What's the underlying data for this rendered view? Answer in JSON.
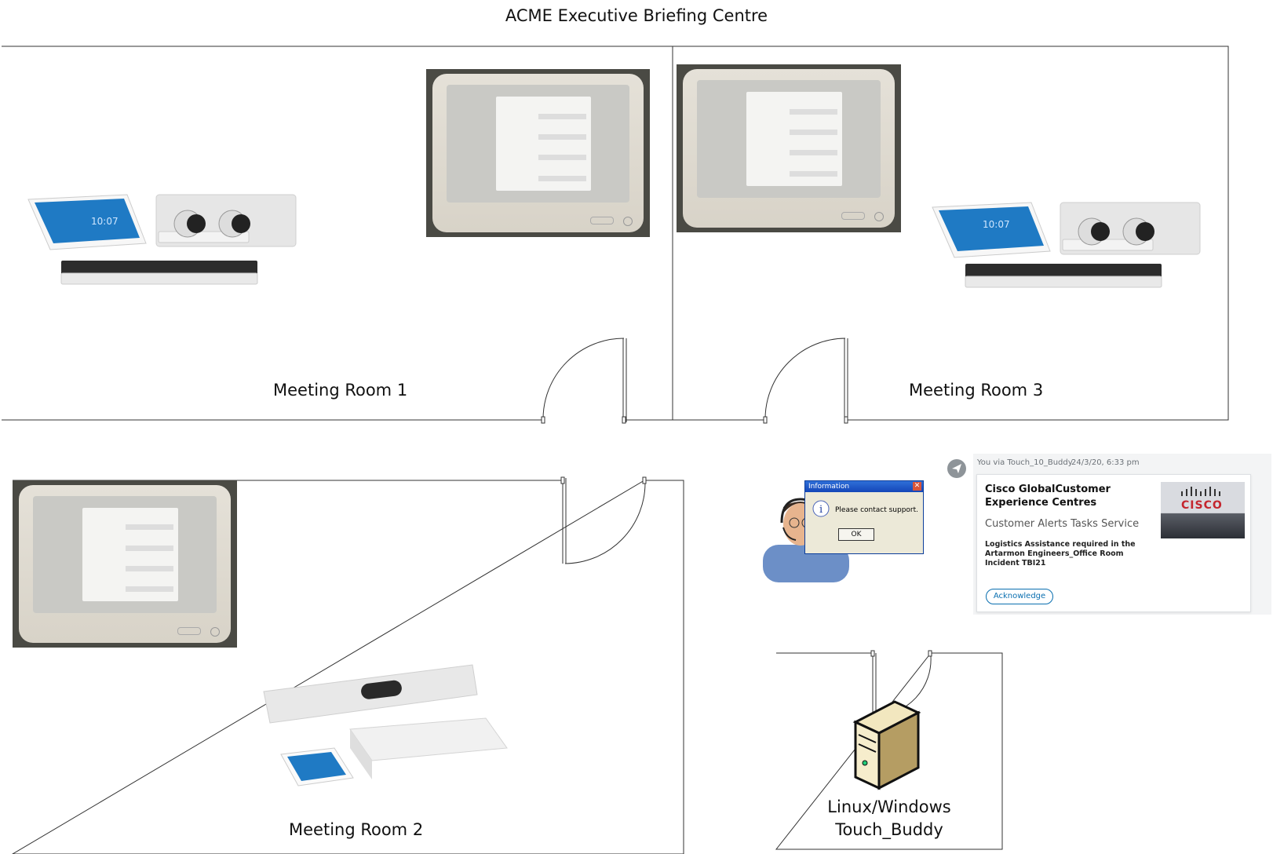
{
  "title": "ACME Executive Briefing Centre",
  "rooms": {
    "room1": {
      "label": "Meeting Room 1"
    },
    "room2": {
      "label": "Meeting Room 2"
    },
    "room3": {
      "label": "Meeting Room 3"
    }
  },
  "server": {
    "label_line1": "Linux/Windows",
    "label_line2": "Touch_Buddy"
  },
  "info_dialog": {
    "title": "Information",
    "message": "Please contact support.",
    "ok_label": "OK"
  },
  "notification": {
    "sender": "You via Touch_10_Buddy",
    "timestamp": "24/3/20, 6:33 pm",
    "heading_line1": "Cisco GlobalCustomer",
    "heading_line2": "Experience Centres",
    "subtitle": "Customer Alerts Tasks Service",
    "body_line1": "Logistics Assistance required in the",
    "body_line2": "Artarmon Engineers_Office Room",
    "body_line3": "Incident TBI21",
    "button_label": "Acknowledge",
    "logo_text": "CISCO"
  },
  "colors": {
    "line": "#333333",
    "accent": "#0a6fb0",
    "cisco_blue": "#049fd9"
  },
  "icons": {
    "video_kit": "codec-camera-kit-icon",
    "touch_panel": "touch10-panel-icon",
    "server": "server-tower-icon",
    "support": "support-agent-icon",
    "sent": "paper-plane-icon"
  }
}
